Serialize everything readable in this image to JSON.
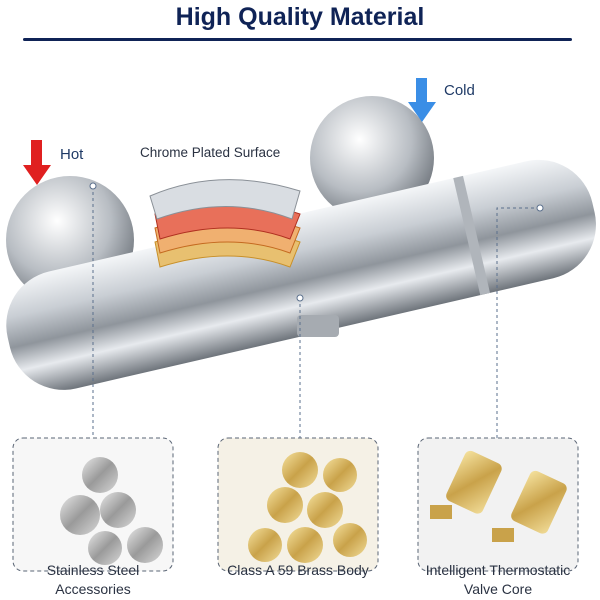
{
  "header": {
    "title": "High Quality Material"
  },
  "labels": {
    "hot": "Hot",
    "cold": "Cold",
    "surface": "Chrome Plated Surface"
  },
  "materials": [
    {
      "caption_line1": "Stainless Steel",
      "caption_line2": "Accessories"
    },
    {
      "caption_line1": "Class A 59 Brass Body",
      "caption_line2": ""
    },
    {
      "caption_line1": "Intelligent Thermostatic",
      "caption_line2": "Valve Core"
    }
  ],
  "colors": {
    "title": "#0f2356",
    "hot": "#e02020",
    "cold": "#3a8ee6"
  }
}
